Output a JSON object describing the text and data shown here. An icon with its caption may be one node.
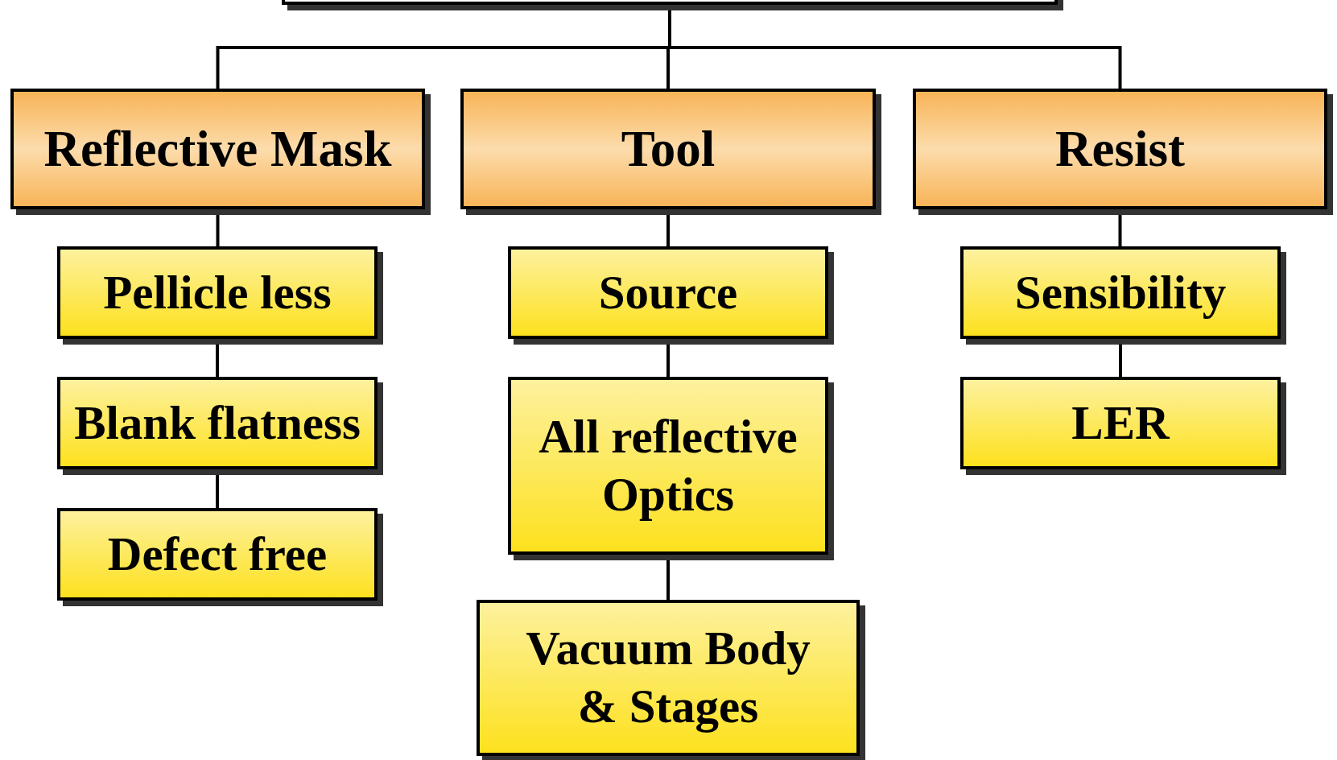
{
  "diagram": {
    "nodes": [
      {
        "text": [],
        "shape": "box"
      },
      {
        "text": [
          "Reflective Mask"
        ]
      },
      {
        "text": [
          "Tool"
        ]
      },
      {
        "text": [
          "Resist"
        ]
      },
      {
        "text": [
          "Pellicle less"
        ]
      },
      {
        "text": [
          "Blank flatness"
        ]
      },
      {
        "text": [
          "Defect free"
        ]
      },
      {
        "text": [
          "Source"
        ]
      },
      {
        "text": [
          "All reflective Optics"
        ]
      },
      {
        "text": [
          "Vacuum Body & Stages"
        ]
      },
      {
        "text": [
          "Sensibility"
        ]
      },
      {
        "text": [
          "LER"
        ]
      }
    ],
    "edges": [
      {
        "from": 0,
        "to": 1,
        "arrow": "none"
      },
      {
        "from": 0,
        "to": 2,
        "arrow": "none"
      },
      {
        "from": 0,
        "to": 3,
        "arrow": "none"
      },
      {
        "from": 1,
        "to": 4,
        "arrow": "none"
      },
      {
        "from": 4,
        "to": 5,
        "arrow": "none"
      },
      {
        "from": 5,
        "to": 6,
        "arrow": "none"
      },
      {
        "from": 2,
        "to": 7,
        "arrow": "none"
      },
      {
        "from": 7,
        "to": 8,
        "arrow": "none"
      },
      {
        "from": 8,
        "to": 9,
        "arrow": "none"
      },
      {
        "from": 3,
        "to": 10,
        "arrow": "none"
      },
      {
        "from": 10,
        "to": 11,
        "arrow": "none"
      }
    ]
  }
}
